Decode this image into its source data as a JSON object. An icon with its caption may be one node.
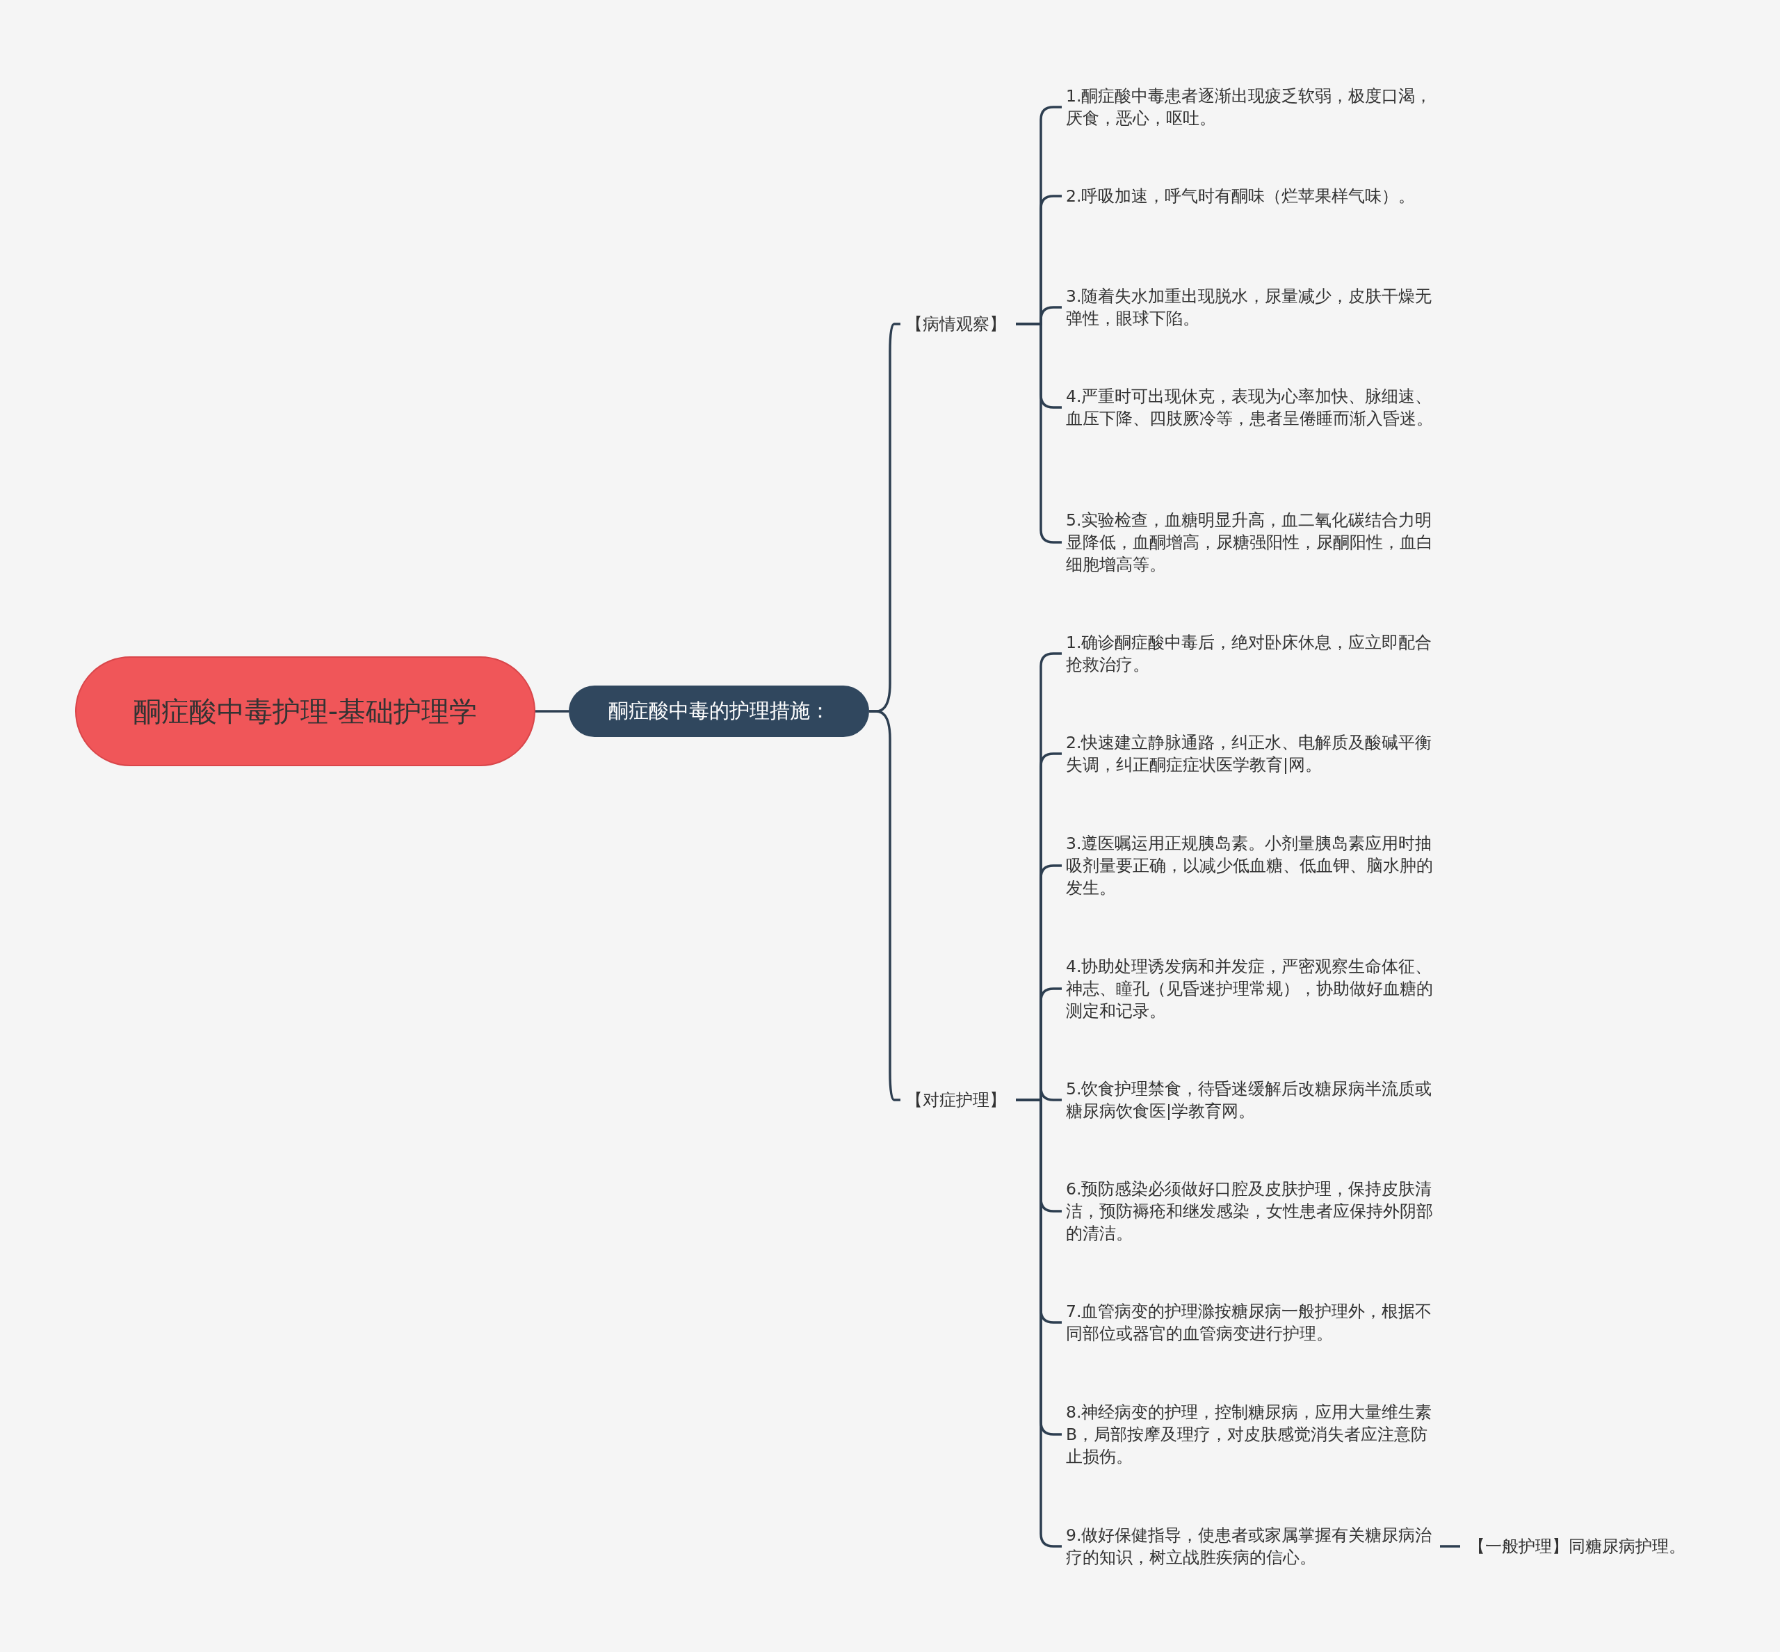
{
  "diagram": {
    "nodes": [
      {
        "text": [
          "酮症酸中毒护理-基础护理学"
        ]
      },
      {
        "text": [
          "酮症酸中毒的护理措施："
        ]
      },
      {
        "text": [
          "【病情观察】"
        ]
      },
      {
        "text": [
          "1.酮症酸中毒患者逐渐出现疲乏软弱，极度口渴，厌食，恶心，呕吐。"
        ]
      },
      {
        "text": [
          "2.呼吸加速，呼气时有酮味（烂苹果样气味）。"
        ]
      },
      {
        "text": [
          "3.随着失水加重出现脱水，尿量减少，皮肤干燥无弹性，眼球下陷。"
        ]
      },
      {
        "text": [
          "4.严重时可出现休克，表现为心率加快、脉细速、血压下降、四肢厥冷等，患者呈倦睡而渐入昏迷。"
        ]
      },
      {
        "text": [
          "5.实验检查，血糖明显升高，血二氧化碳结合力明显降低，血酮增高，尿糖强阳性，尿酮阳性，血白细胞增高等。"
        ]
      },
      {
        "text": [
          "【对症护理】"
        ]
      },
      {
        "text": [
          "1.确诊酮症酸中毒后，绝对卧床休息，应立即配合抢救治疗。"
        ]
      },
      {
        "text": [
          "2.快速建立静脉通路，纠正水、电解质及酸碱平衡失调，纠正酮症症状医学教育|网。"
        ]
      },
      {
        "text": [
          "3.遵医嘱运用正规胰岛素。小剂量胰岛素应用时抽吸剂量要正确，以减少低血糖、低血钾、脑水肿的发生。"
        ]
      },
      {
        "text": [
          "4.协助处理诱发病和并发症，严密观察生命体征、神志、瞳孔（见昏迷护理常规），协助做好血糖的测定和记录。"
        ]
      },
      {
        "text": [
          "5.饮食护理禁食，待昏迷缓解后改糖尿病半流质或糖尿病饮食医|学教育网。"
        ]
      },
      {
        "text": [
          "6.预防感染必须做好口腔及皮肤护理，保持皮肤清洁，预防褥疮和继发感染，女性患者应保持外阴部的清洁。"
        ]
      },
      {
        "text": [
          "7.血管病变的护理滁按糖尿病一般护理外，根据不同部位或器官的血管病变进行护理。"
        ]
      },
      {
        "text": [
          "8.神经病变的护理，控制糖尿病，应用大量维生素B，局部按摩及理疗，对皮肤感觉消失者应注意防止损伤。"
        ]
      },
      {
        "text": [
          "9.做好保健指导，使患者或家属掌握有关糖尿病治疗的知识，树立战胜疾病的信心。"
        ]
      },
      {
        "text": [
          "【一般护理】同糖尿病护理。"
        ]
      }
    ],
    "edges": [
      {
        "from": 0,
        "to": 1,
        "arrow": "none"
      },
      {
        "from": 1,
        "to": 2,
        "arrow": "none"
      },
      {
        "from": 1,
        "to": 8,
        "arrow": "none"
      },
      {
        "from": 2,
        "to": 3,
        "arrow": "none"
      },
      {
        "from": 2,
        "to": 4,
        "arrow": "none"
      },
      {
        "from": 2,
        "to": 5,
        "arrow": "none"
      },
      {
        "from": 2,
        "to": 6,
        "arrow": "none"
      },
      {
        "from": 2,
        "to": 7,
        "arrow": "none"
      },
      {
        "from": 8,
        "to": 9,
        "arrow": "none"
      },
      {
        "from": 8,
        "to": 10,
        "arrow": "none"
      },
      {
        "from": 8,
        "to": 11,
        "arrow": "none"
      },
      {
        "from": 8,
        "to": 12,
        "arrow": "none"
      },
      {
        "from": 8,
        "to": 13,
        "arrow": "none"
      },
      {
        "from": 8,
        "to": 14,
        "arrow": "none"
      },
      {
        "from": 8,
        "to": 15,
        "arrow": "none"
      },
      {
        "from": 8,
        "to": 16,
        "arrow": "none"
      },
      {
        "from": 8,
        "to": 17,
        "arrow": "none"
      },
      {
        "from": 17,
        "to": 18,
        "arrow": "none"
      }
    ]
  }
}
